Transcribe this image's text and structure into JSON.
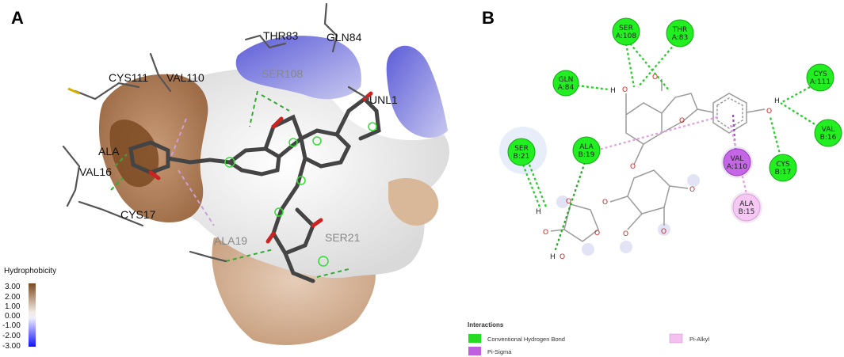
{
  "panels": {
    "a": "A",
    "b": "B"
  },
  "panel_a": {
    "residue_labels": {
      "thr83": "THR83",
      "gln84": "GLN84",
      "ser108": "SER108",
      "cys111": "CYS111",
      "val110": "VAL110",
      "unl1": "UNL1",
      "ala": "ALA",
      "val16": "VAL16",
      "cys17": "CYS17",
      "ala19": "ALA19",
      "ser21": "SER21"
    },
    "scale": {
      "title": "Hydrophobicity",
      "ticks": [
        "3.00",
        "2.00",
        "1.00",
        "0.00",
        "-1.00",
        "-2.00",
        "-3.00"
      ],
      "colors": {
        "top": "#8b5a2b",
        "middle": "#ffffff",
        "bottom": "#1a1aff"
      }
    }
  },
  "panel_b": {
    "residues": {
      "ser108": {
        "line1": "SER",
        "line2": "A:108"
      },
      "thr83": {
        "line1": "THR",
        "line2": "A:83"
      },
      "gln84": {
        "line1": "GLN",
        "line2": "A:84"
      },
      "cys111": {
        "line1": "CYS",
        "line2": "A:111"
      },
      "val16": {
        "line1": "VAL",
        "line2": "B:16"
      },
      "cys17": {
        "line1": "CYS",
        "line2": "B:17"
      },
      "ser21": {
        "line1": "SER",
        "line2": "B:21"
      },
      "ala19": {
        "line1": "ALA",
        "line2": "B:19"
      },
      "val110": {
        "line1": "VAL",
        "line2": "A:110"
      },
      "ala15": {
        "line1": "ALA",
        "line2": "B:15"
      }
    },
    "atoms": {
      "oxygen": "O",
      "hydrogen": "H"
    },
    "legend": {
      "title": "Interactions",
      "items": {
        "hbond": "Conventional Hydrogen Bond",
        "pisigma": "Pi-Sigma",
        "pialkyl": "Pi-Alkyl"
      },
      "colors": {
        "hbond": "#22dd22",
        "pisigma": "#c060e0",
        "pialkyl": "#f4c0f0"
      }
    }
  }
}
